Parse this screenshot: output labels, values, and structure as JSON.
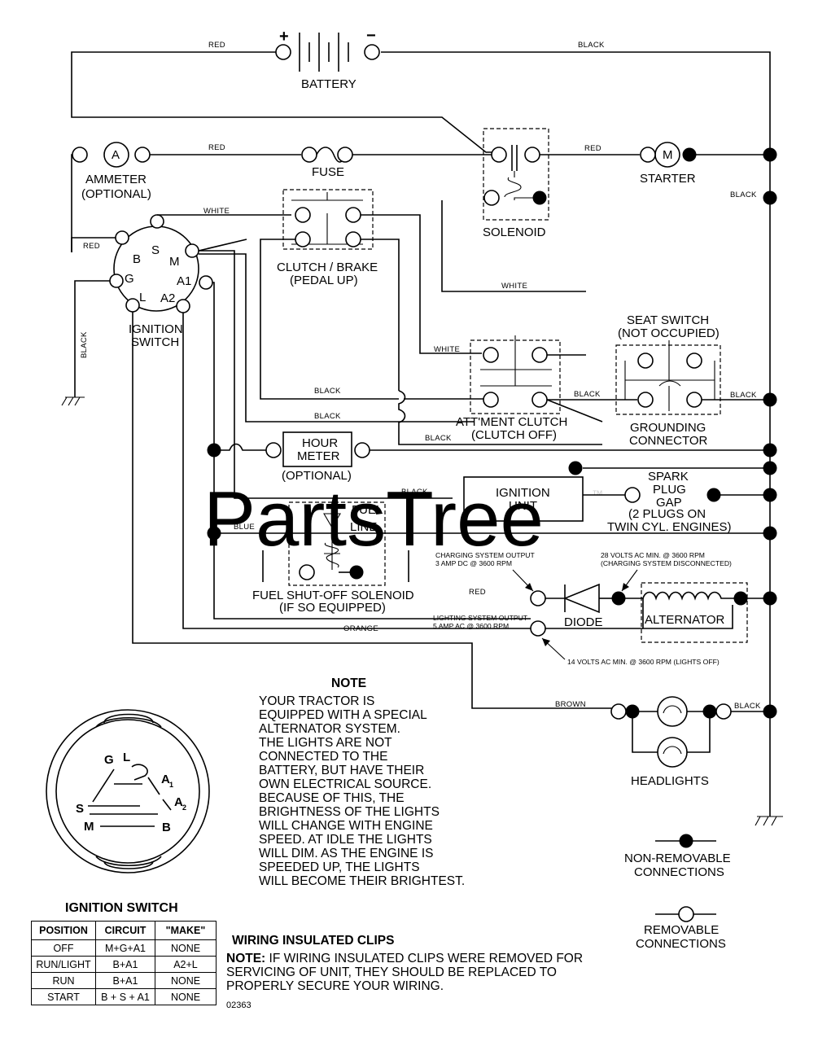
{
  "components": {
    "battery": "BATTERY",
    "ammeter": "AMMETER",
    "ammeter_note": "(OPTIONAL)",
    "ammeter_symbol": "A",
    "fuse": "FUSE",
    "solenoid": "SOLENOID",
    "starter": "STARTER",
    "starter_symbol": "M",
    "clutch_brake": "CLUTCH / BRAKE",
    "clutch_brake_note": "(PEDAL UP)",
    "seat_switch": "SEAT SWITCH",
    "seat_switch_note": "(NOT OCCUPIED)",
    "grounding_connector_1": "GROUNDING",
    "grounding_connector_2": "CONNECTOR",
    "attment_clutch": "ATT'MENT CLUTCH",
    "attment_clutch_note": "(CLUTCH OFF)",
    "ignition_switch_1": "IGNITION",
    "ignition_switch_2": "SWITCH",
    "hour_meter_1": "HOUR",
    "hour_meter_2": "METER",
    "hour_meter_note": "(OPTIONAL)",
    "ignition_unit_1": "IGNITION",
    "ignition_unit_2": "UNIT",
    "spark_plug_1": "SPARK",
    "spark_plug_2": "PLUG",
    "spark_plug_3": "GAP",
    "spark_plug_4": "(2 PLUGS ON",
    "spark_plug_5": "TWIN CYL. ENGINES)",
    "fuel_line_1": "FUEL",
    "fuel_line_2": "LINE",
    "fuel_solenoid": "FUEL SHUT-OFF SOLENOID",
    "fuel_solenoid_note": "(IF SO EQUIPPED)",
    "diode": "DIODE",
    "alternator": "ALTERNATOR",
    "headlights": "HEADLIGHTS"
  },
  "switch_terminals": {
    "s": "S",
    "b": "B",
    "m": "M",
    "g": "G",
    "a1": "A1",
    "l": "L",
    "a2": "A2"
  },
  "switch_face": {
    "g": "G",
    "l": "L",
    "a1": "A",
    "a1_sub": "1",
    "s": "S",
    "a2": "A",
    "a2_sub": "2",
    "m": "M",
    "b": "B"
  },
  "wire_colors": {
    "red_top": "RED",
    "black_top": "BLACK",
    "red_fuse": "RED",
    "red_starter": "RED",
    "black_right": "BLACK",
    "white_top": "WHITE",
    "red_left": "RED",
    "white_mid": "WHITE",
    "black_left": "BLACK",
    "white_clutch": "WHITE",
    "black_1": "BLACK",
    "black_2": "BLACK",
    "black_3": "BLACK",
    "black_seat": "BLACK",
    "black_seat_right": "BLACK",
    "black_ign": "BLACK",
    "blue": "BLUE",
    "red_diode": "RED",
    "orange": "ORANGE",
    "brown": "BROWN",
    "black_head": "BLACK"
  },
  "battery_terminals": {
    "positive": "+",
    "negative": "−"
  },
  "charging_notes": {
    "charging_output_1": "CHARGING SYSTEM OUTPUT",
    "charging_output_2": "3 AMP DC @ 3600 RPM",
    "volts_28_1": "28 VOLTS AC MIN. @ 3600 RPM",
    "volts_28_2": "(CHARGING SYSTEM DISCONNECTED)",
    "lighting_output_1": "LIGHTING SYSTEM OUTPUT",
    "lighting_output_2": "5 AMP AC @ 3600 RPM",
    "volts_14": "14 VOLTS AC MIN. @ 3600 RPM (LIGHTS OFF)"
  },
  "note": {
    "title": "NOTE",
    "lines": [
      "YOUR TRACTOR IS",
      "EQUIPPED WITH A SPECIAL",
      "ALTERNATOR SYSTEM.",
      "THE LIGHTS ARE NOT",
      "CONNECTED TO THE",
      "BATTERY, BUT HAVE THEIR",
      "OWN ELECTRICAL SOURCE.",
      "BECAUSE OF THIS, THE",
      "BRIGHTNESS OF THE LIGHTS",
      "WILL CHANGE WITH ENGINE",
      "SPEED.  AT IDLE THE LIGHTS",
      "WILL DIM.  AS THE ENGINE IS",
      "SPEEDED UP, THE LIGHTS",
      "WILL BECOME THEIR BRIGHTEST."
    ]
  },
  "legend": {
    "non_removable_1": "NON-REMOVABLE",
    "non_removable_2": "CONNECTIONS",
    "removable_1": "REMOVABLE",
    "removable_2": "CONNECTIONS"
  },
  "ignition_switch_title": "IGNITION SWITCH",
  "switch_table": {
    "headers": [
      "POSITION",
      "CIRCUIT",
      "\"MAKE\""
    ],
    "rows": [
      [
        "OFF",
        "M+G+A1",
        "NONE"
      ],
      [
        "RUN/LIGHT",
        "B+A1",
        "A2+L"
      ],
      [
        "RUN",
        "B+A1",
        "NONE"
      ],
      [
        "START",
        "B + S + A1",
        "NONE"
      ]
    ]
  },
  "clips": {
    "title": "WIRING INSULATED CLIPS",
    "note_label": "NOTE:",
    "lines": [
      " IF WIRING INSULATED CLIPS WERE REMOVED FOR",
      "SERVICING OF UNIT, THEY SHOULD BE REPLACED TO",
      "PROPERLY SECURE YOUR WIRING."
    ]
  },
  "diagram_number": "02363",
  "watermark": "PartsTree",
  "watermark_tm": "™"
}
